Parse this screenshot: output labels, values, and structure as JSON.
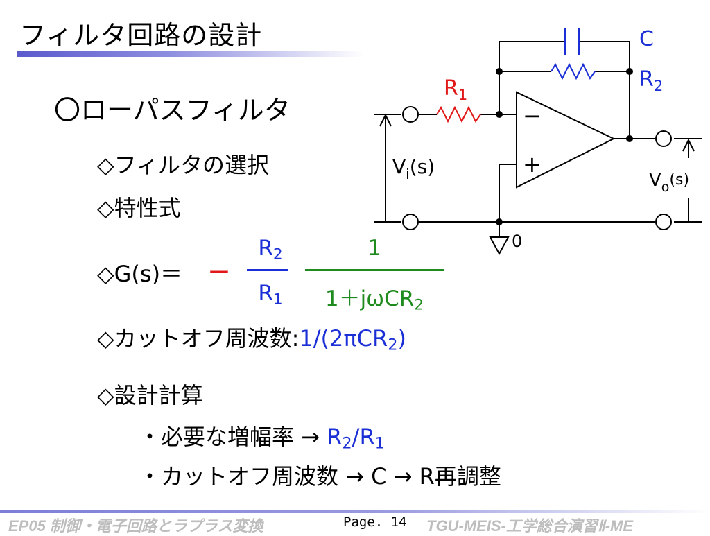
{
  "slide": {
    "title": "フィルタ回路の設計",
    "heading": "〇ローパスフィルタ",
    "items": {
      "select": "◇フィルタの選択",
      "char": "◇特性式",
      "g_prefix": "◇G(s)＝",
      "minus": "ー",
      "r2": "R",
      "r2_sub": "2",
      "r1": "R",
      "r1_sub": "1",
      "one": "1",
      "den_main": "1＋jωCR",
      "den_sub": "2",
      "cutoff_label": "◇カットオフ周波数:",
      "cutoff_value": "1/(2πCR",
      "cutoff_sub": "2",
      "cutoff_end": ")",
      "design": "◇設計計算",
      "gain_label": "・必要な増幅率  →",
      "gain_r2": "R",
      "gain_r2_sub": "2",
      "gain_slash": "/R",
      "gain_r1_sub": "1",
      "cut_label": "・カットオフ周波数  →  C  →  R再調整"
    }
  },
  "circuit": {
    "c_label": "C",
    "r1_label": "R",
    "r1_sub": "1",
    "r2_label": "R",
    "r2_sub": "2",
    "minus": "−",
    "plus": "+",
    "vi": "V",
    "vi_sub": "i",
    "vi_tail": "(s)",
    "vo": "V",
    "vo_sub": "o",
    "vo_tail": "(s)",
    "ground": "0",
    "colors": {
      "capacitor": "#1a2fd6",
      "r1": "#e01818",
      "r2": "#1a2fd6",
      "wire": "#000000"
    }
  },
  "footer": {
    "left": "EP05  制御・電子回路とラプラス変換",
    "page": "Page. 14",
    "right": "TGU-MEIS-工学総合演習Ⅱ-ME"
  }
}
